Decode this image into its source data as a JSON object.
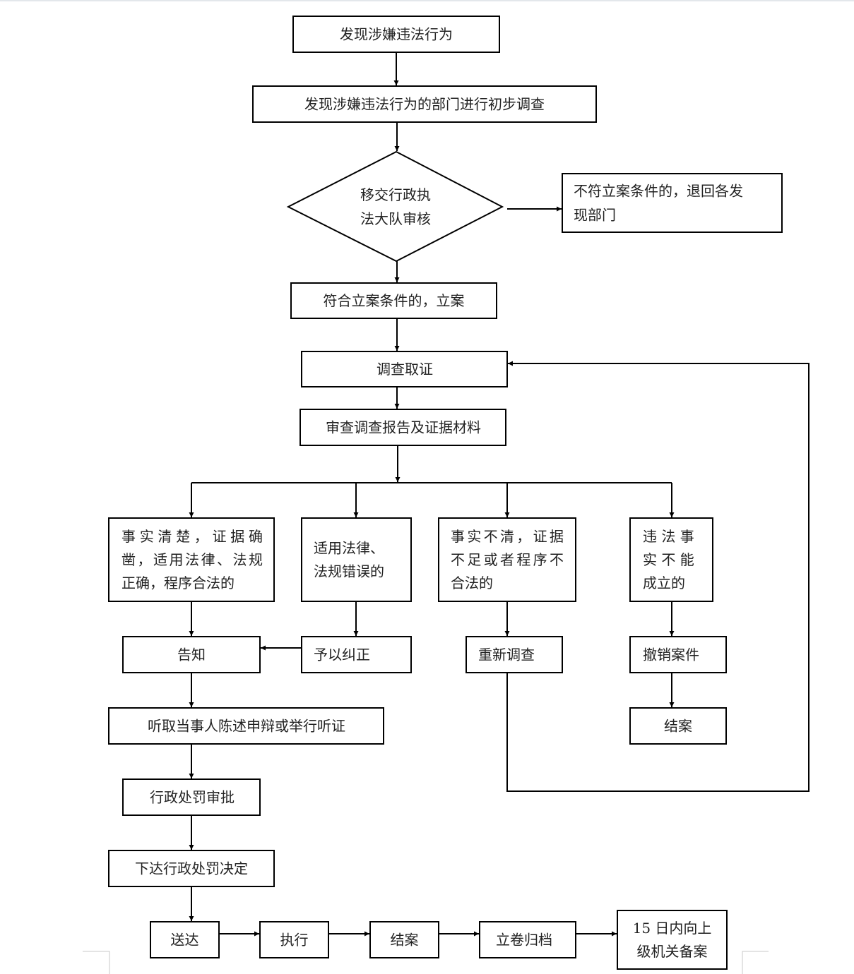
{
  "diagram": {
    "type": "flowchart",
    "nodes": {
      "discover": {
        "lines": [
          "发现涉嫌违法行为"
        ]
      },
      "preliminary": {
        "lines": [
          "发现涉嫌违法行为的部门进行初步调查"
        ]
      },
      "review": {
        "shape": "diamond",
        "lines": [
          "移交行政执",
          "法大队审核"
        ]
      },
      "reject": {
        "lines": [
          "不符立案条件的，退回各发",
          "现部门"
        ]
      },
      "file_case": {
        "lines": [
          "符合立案条件的，立案"
        ]
      },
      "investigate": {
        "lines": [
          "调查取证"
        ]
      },
      "examine": {
        "lines": [
          "审查调查报告及证据材料"
        ]
      },
      "branch_clear": {
        "lines": [
          "事实清楚，证据确",
          "凿，适用法律、法规",
          "正确，程序合法的"
        ]
      },
      "branch_law_error": {
        "lines": [
          "适用法律、",
          "法规错误的"
        ]
      },
      "branch_unclear": {
        "lines": [
          "事实不清，证据",
          "不足或者程序不",
          "合法的"
        ]
      },
      "branch_not_established": {
        "lines": [
          "违 法 事",
          "实 不 能",
          "成立的"
        ]
      },
      "notify": {
        "lines": [
          "告知"
        ]
      },
      "correct": {
        "lines": [
          "予以纠正"
        ]
      },
      "reinvestigate": {
        "lines": [
          "重新调查"
        ]
      },
      "revoke": {
        "lines": [
          "撤销案件"
        ]
      },
      "close_right": {
        "lines": [
          "结案"
        ]
      },
      "hearing": {
        "lines": [
          "听取当事人陈述申辩或举行听证"
        ]
      },
      "approval": {
        "lines": [
          "行政处罚审批"
        ]
      },
      "decision": {
        "lines": [
          "下达行政处罚决定"
        ]
      },
      "deliver": {
        "lines": [
          "送达"
        ]
      },
      "execute": {
        "lines": [
          "执行"
        ]
      },
      "close_bottom": {
        "lines": [
          "结案"
        ]
      },
      "archive": {
        "lines": [
          "立卷归档"
        ]
      },
      "report": {
        "lines": [
          "15 日内向上",
          "级机关备案"
        ]
      }
    },
    "edges": [
      [
        "discover",
        "preliminary"
      ],
      [
        "preliminary",
        "review"
      ],
      [
        "review",
        "reject"
      ],
      [
        "review",
        "file_case"
      ],
      [
        "file_case",
        "investigate"
      ],
      [
        "investigate",
        "examine"
      ],
      [
        "examine",
        "branch_clear"
      ],
      [
        "examine",
        "branch_law_error"
      ],
      [
        "examine",
        "branch_unclear"
      ],
      [
        "examine",
        "branch_not_established"
      ],
      [
        "branch_clear",
        "notify"
      ],
      [
        "branch_law_error",
        "correct"
      ],
      [
        "correct",
        "notify"
      ],
      [
        "branch_unclear",
        "reinvestigate"
      ],
      [
        "reinvestigate",
        "investigate"
      ],
      [
        "branch_not_established",
        "revoke"
      ],
      [
        "revoke",
        "close_right"
      ],
      [
        "notify",
        "hearing"
      ],
      [
        "hearing",
        "approval"
      ],
      [
        "approval",
        "decision"
      ],
      [
        "decision",
        "deliver"
      ],
      [
        "deliver",
        "execute"
      ],
      [
        "execute",
        "close_bottom"
      ],
      [
        "close_bottom",
        "archive"
      ],
      [
        "archive",
        "report"
      ]
    ]
  }
}
